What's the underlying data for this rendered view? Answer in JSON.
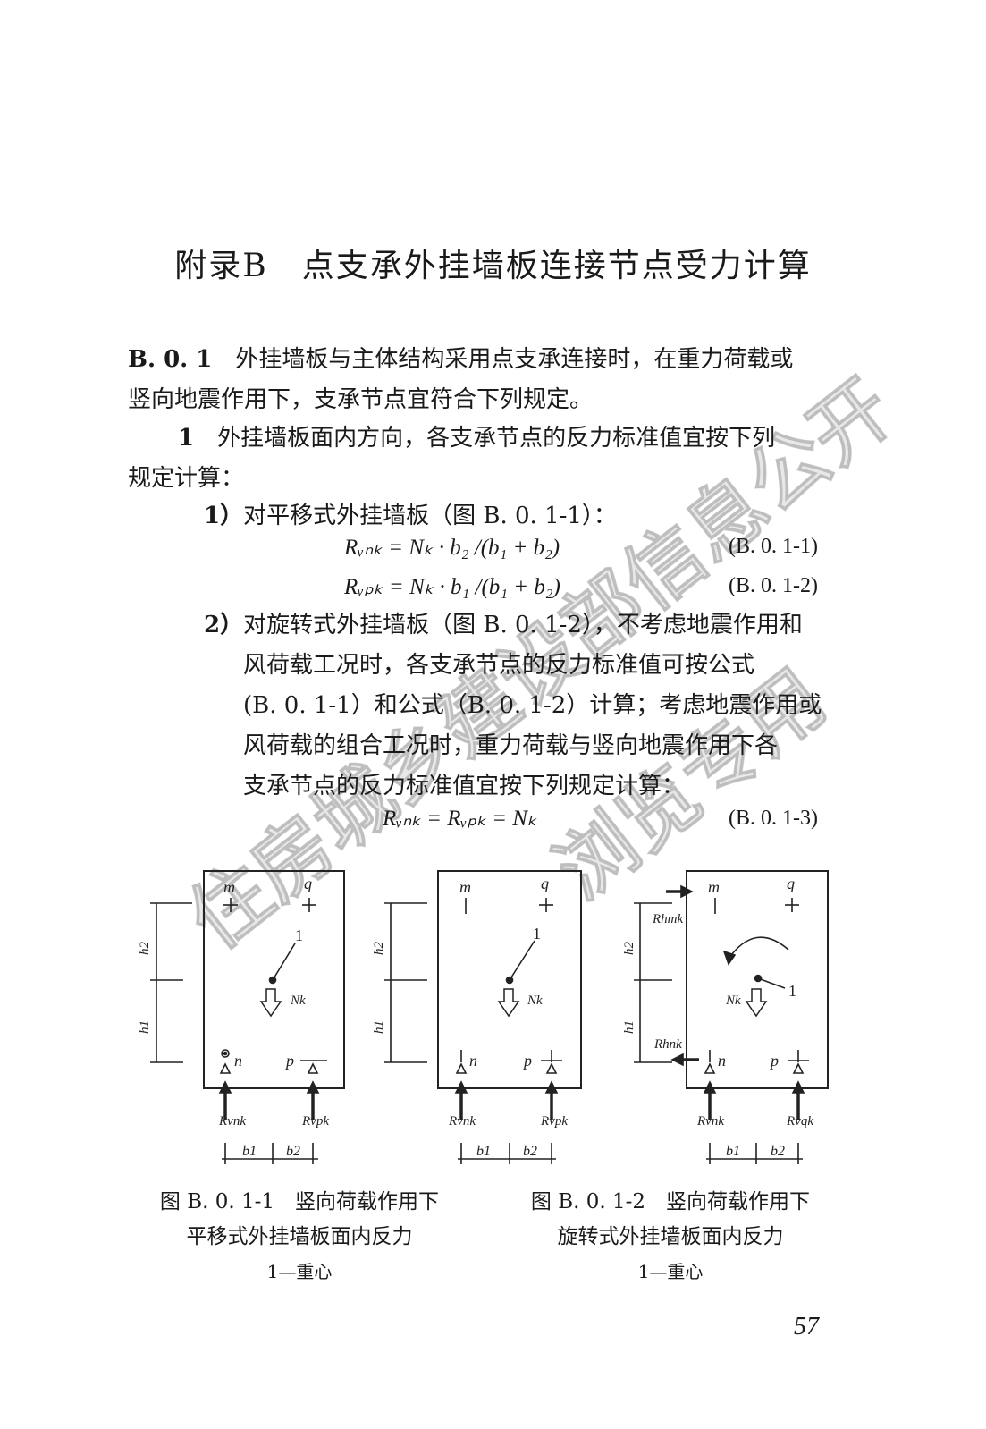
{
  "title": "附录B　点支承外挂墙板连接节点受力计算",
  "clause": {
    "number": "B. 0. 1",
    "text_line1": "外挂墙板与主体结构采用点支承连接时，在重力荷载或",
    "text_line2": "竖向地震作用下，支承节点宜符合下列规定。"
  },
  "item1": {
    "number": "1",
    "text_line1": "外挂墙板面内方向，各支承节点的反力标准值宜按下列",
    "text_line2": "规定计算："
  },
  "sub1": {
    "number": "1）",
    "text": "对平移式外挂墙板（图 B. 0. 1-1）："
  },
  "equations": {
    "eq1": "Rᵥₙₖ = Nₖ · b₂ /(b₁ + b₂)",
    "eq1_num": "(B. 0. 1-1)",
    "eq2": "Rᵥₚₖ = Nₖ · b₁ /(b₁ + b₂)",
    "eq2_num": "(B. 0. 1-2)",
    "eq3": "Rᵥₙₖ = Rᵥₚₖ = Nₖ",
    "eq3_num": "(B. 0. 1-3)"
  },
  "sub2": {
    "number": "2）",
    "lines": [
      "对旋转式外挂墙板（图 B. 0. 1-2），不考虑地震作用和",
      "风荷载工况时，各支承节点的反力标准值可按公式",
      "(B. 0. 1-1）和公式（B. 0. 1-2）计算；考虑地震作用或",
      "风荷载的组合工况时，重力荷载与竖向地震作用下各",
      "支承节点的反力标准值宜按下列规定计算："
    ]
  },
  "figure_labels": {
    "m": "m",
    "q": "q",
    "n": "n",
    "p": "p",
    "one": "1",
    "Nk": "Nk",
    "h1": "h1",
    "h2": "h2",
    "b1": "b1",
    "b2": "b2",
    "Rvnk": "Rvnk",
    "Rvpk": "Rvpk",
    "Rvqk": "Rvqk",
    "Rhmk": "Rhmk",
    "Rhnk": "Rhnk"
  },
  "captions": {
    "fig1_line1": "图 B. 0. 1-1　竖向荷载作用下",
    "fig1_line2": "平移式外挂墙板面内反力",
    "fig1_line3": "1—重心",
    "fig2_line1": "图 B. 0. 1-2　竖向荷载作用下",
    "fig2_line2": "旋转式外挂墙板面内反力",
    "fig2_line3": "1—重心"
  },
  "watermark": {
    "line1": "住房城乡建设部信息公开",
    "line2": "浏览专用"
  },
  "page_number": "57"
}
